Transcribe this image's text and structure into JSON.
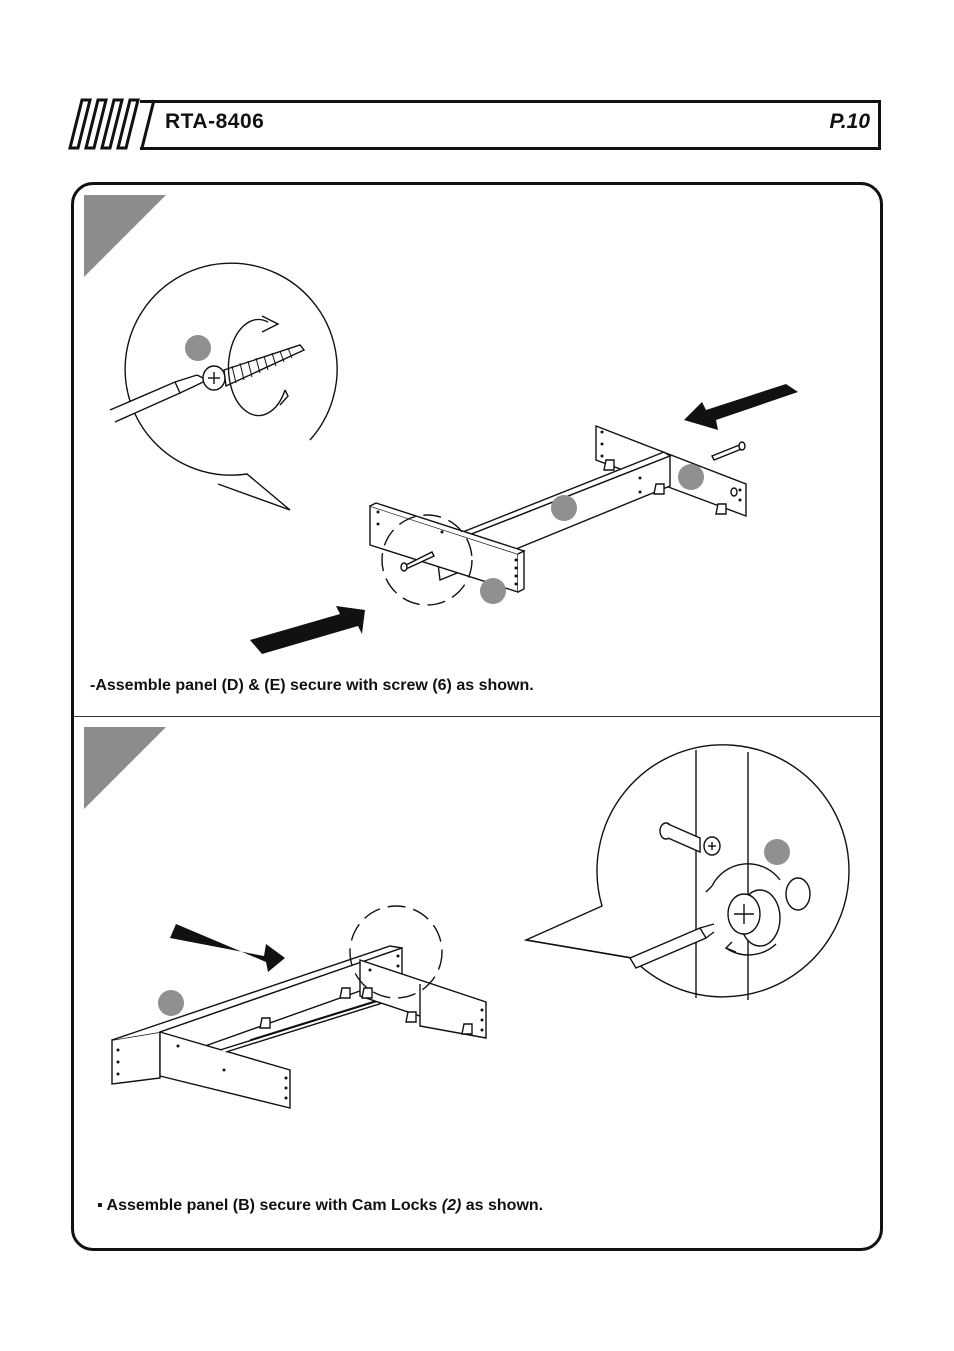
{
  "header": {
    "model": "RTA-8406",
    "page": "P.10"
  },
  "steps": [
    {
      "caption": "-Assemble panel (D) & (E) secure with screw (6) as shown."
    },
    {
      "caption_prefix": "▪ Assemble  panel (B) secure with Cam Locks ",
      "caption_qty": "(2)",
      "caption_suffix": " as shown."
    }
  ],
  "colors": {
    "step_marker": "#8c8c8c",
    "part_marker": "#909090",
    "line": "#111111"
  }
}
